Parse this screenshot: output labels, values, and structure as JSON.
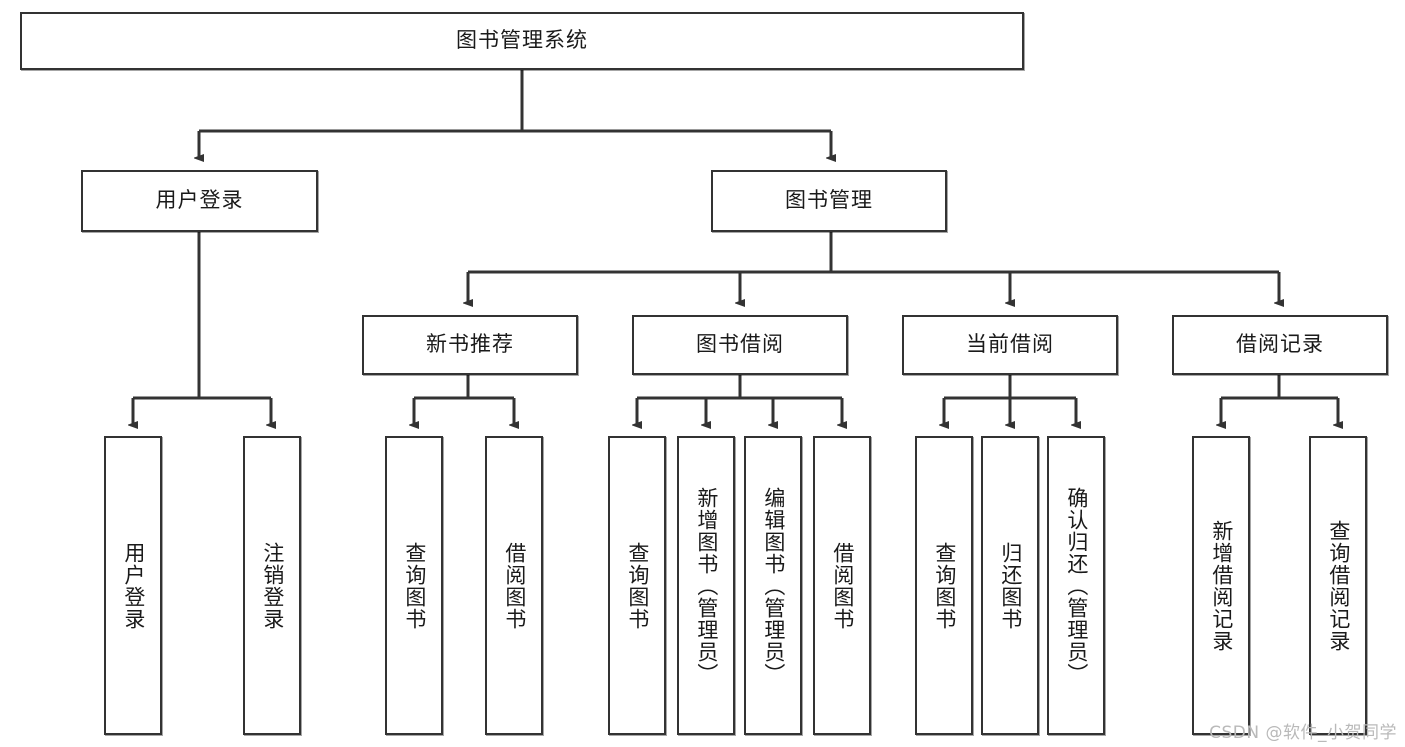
{
  "diagram": {
    "type": "tree-hierarchy",
    "title": "图书管理系统",
    "watermark": "CSDN @软件_小贺同学",
    "colors": {
      "box_border": "#333333",
      "box_fill": "#ffffff",
      "connector": "#333333",
      "text": "#1a1a1a",
      "watermark": "#b9b9b9"
    },
    "levels": [
      {
        "level": 1,
        "nodes": [
          {
            "id": "root",
            "label": "图书管理系统",
            "orientation": "horizontal"
          }
        ]
      },
      {
        "level": 2,
        "nodes": [
          {
            "id": "login",
            "label": "用户登录",
            "orientation": "horizontal",
            "parent": "root"
          },
          {
            "id": "bookmgmt",
            "label": "图书管理",
            "orientation": "horizontal",
            "parent": "root"
          }
        ]
      },
      {
        "level": 3,
        "nodes": [
          {
            "id": "newbook",
            "label": "新书推荐",
            "orientation": "horizontal",
            "parent": "bookmgmt"
          },
          {
            "id": "borrow",
            "label": "图书借阅",
            "orientation": "horizontal",
            "parent": "bookmgmt"
          },
          {
            "id": "current",
            "label": "当前借阅",
            "orientation": "horizontal",
            "parent": "bookmgmt"
          },
          {
            "id": "records",
            "label": "借阅记录",
            "orientation": "horizontal",
            "parent": "bookmgmt"
          }
        ]
      },
      {
        "level": 4,
        "nodes": [
          {
            "id": "leaf1",
            "label": "用户登录",
            "orientation": "vertical",
            "parent": "login"
          },
          {
            "id": "leaf2",
            "label": "注销登录",
            "orientation": "vertical",
            "parent": "login"
          },
          {
            "id": "leaf3",
            "label": "查询图书",
            "orientation": "vertical",
            "parent": "newbook"
          },
          {
            "id": "leaf4",
            "label": "借阅图书",
            "orientation": "vertical",
            "parent": "newbook"
          },
          {
            "id": "leaf5",
            "label": "查询图书",
            "orientation": "vertical",
            "parent": "borrow"
          },
          {
            "id": "leaf6",
            "label": "新增图书（管理员）",
            "orientation": "vertical",
            "parent": "borrow"
          },
          {
            "id": "leaf7",
            "label": "编辑图书（管理员）",
            "orientation": "vertical",
            "parent": "borrow"
          },
          {
            "id": "leaf8",
            "label": "借阅图书",
            "orientation": "vertical",
            "parent": "borrow"
          },
          {
            "id": "leaf9",
            "label": "查询图书",
            "orientation": "vertical",
            "parent": "current"
          },
          {
            "id": "leaf10",
            "label": "归还图书",
            "orientation": "vertical",
            "parent": "current"
          },
          {
            "id": "leaf11",
            "label": "确认归还（管理员）",
            "orientation": "vertical",
            "parent": "current"
          },
          {
            "id": "leaf12",
            "label": "新增借阅记录",
            "orientation": "vertical",
            "parent": "records"
          },
          {
            "id": "leaf13",
            "label": "查询借阅记录",
            "orientation": "vertical",
            "parent": "records"
          }
        ]
      }
    ]
  }
}
